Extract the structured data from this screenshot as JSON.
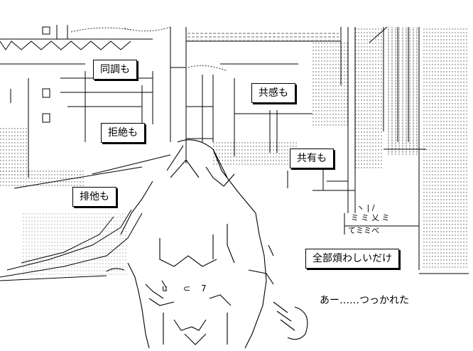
{
  "bubbles": {
    "douchou": "同調も",
    "kyoukan": "共感も",
    "kyozetsu": "拒絶も",
    "kyouyuu": "共有も",
    "haita": "排他も",
    "zenbu": "全部煩わしいだけ"
  },
  "caption": "あー……つっかれた",
  "art": {
    "signs": [
      "ヽ | /",
      "ミ ミ 乂 ミ",
      "てミミべ"
    ],
    "color": "#000000"
  }
}
